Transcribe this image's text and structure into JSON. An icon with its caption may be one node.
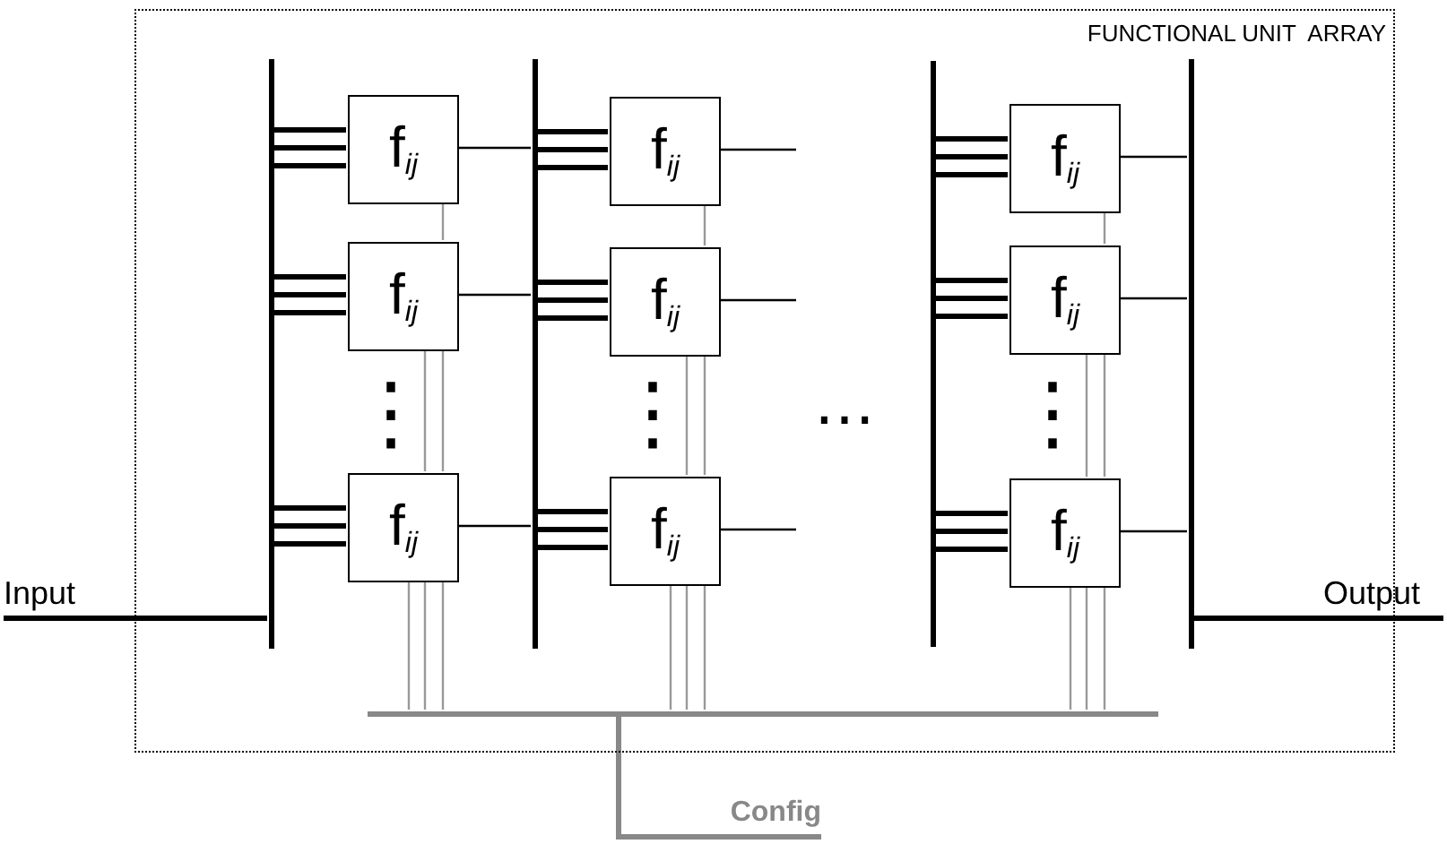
{
  "diagram": {
    "nodes": [
      {
        "text": [
          "FUNCTIONAL UNIT  ARRAY"
        ]
      },
      {
        "text": [],
        "shape": "bar",
        "in": 0
      },
      {
        "text": [
          "f$_{ij}$"
        ],
        "in": 0
      },
      {
        "text": [
          "f$_{ij}$"
        ],
        "in": 0
      },
      {
        "text": [
          "f$_{ij}$"
        ],
        "in": 0
      },
      {
        "text": [],
        "shape": "bar",
        "in": 0
      },
      {
        "text": [
          "f$_{ij}$"
        ],
        "in": 0
      },
      {
        "text": [
          "f$_{ij}$"
        ],
        "in": 0
      },
      {
        "text": [
          "f$_{ij}$"
        ],
        "in": 0
      },
      {
        "text": [],
        "shape": "bar",
        "in": 0
      },
      {
        "text": [
          "f$_{ij}$"
        ],
        "in": 0
      },
      {
        "text": [
          "f$_{ij}$"
        ],
        "in": 0
      },
      {
        "text": [
          "f$_{ij}$"
        ],
        "in": 0
      },
      {
        "text": [],
        "shape": "bar",
        "in": 0
      },
      {
        "text": [],
        "shape": "bar",
        "in": 0
      },
      {
        "text": [
          "Input"
        ]
      },
      {
        "text": [
          "Output"
        ]
      },
      {
        "text": [
          "Config"
        ]
      }
    ],
    "edges": [
      {
        "from": 15,
        "to": 1,
        "arrow": "none",
        "style": "thick"
      },
      {
        "from": 1,
        "to": 2,
        "arrow": "none",
        "style": "thick"
      },
      {
        "from": 1,
        "to": 3,
        "arrow": "none",
        "style": "thick"
      },
      {
        "from": 1,
        "to": 4,
        "arrow": "none",
        "style": "thick"
      },
      {
        "from": 2,
        "to": 5,
        "arrow": "none"
      },
      {
        "from": 3,
        "to": 5,
        "arrow": "none"
      },
      {
        "from": 4,
        "to": 5,
        "arrow": "none"
      },
      {
        "from": 5,
        "to": 6,
        "arrow": "none",
        "style": "thick"
      },
      {
        "from": 5,
        "to": 7,
        "arrow": "none",
        "style": "thick"
      },
      {
        "from": 5,
        "to": 8,
        "arrow": "none",
        "style": "thick"
      },
      {
        "from": 6,
        "to": null,
        "arrow": "none"
      },
      {
        "from": 7,
        "to": null,
        "arrow": "none"
      },
      {
        "from": 8,
        "to": null,
        "arrow": "none"
      },
      {
        "from": 9,
        "to": 10,
        "arrow": "none",
        "style": "thick"
      },
      {
        "from": 9,
        "to": 11,
        "arrow": "none",
        "style": "thick"
      },
      {
        "from": 9,
        "to": 12,
        "arrow": "none",
        "style": "thick"
      },
      {
        "from": 10,
        "to": 13,
        "arrow": "none"
      },
      {
        "from": 11,
        "to": 13,
        "arrow": "none"
      },
      {
        "from": 12,
        "to": 13,
        "arrow": "none"
      },
      {
        "from": 13,
        "to": 16,
        "arrow": "none",
        "style": "thick"
      },
      {
        "from": 17,
        "to": 14,
        "arrow": "none",
        "style": "thick",
        "color": "#888888"
      },
      {
        "from": 14,
        "to": 4,
        "arrow": "none",
        "color": "#999999"
      },
      {
        "from": 14,
        "to": 8,
        "arrow": "none",
        "color": "#999999"
      },
      {
        "from": 14,
        "to": 12,
        "arrow": "none",
        "color": "#999999"
      },
      {
        "from": 4,
        "to": 3,
        "arrow": "none",
        "color": "#999999"
      },
      {
        "from": 8,
        "to": 7,
        "arrow": "none",
        "color": "#999999"
      },
      {
        "from": 12,
        "to": 11,
        "arrow": "none",
        "color": "#999999"
      },
      {
        "from": 3,
        "to": 2,
        "arrow": "none",
        "color": "#999999"
      },
      {
        "from": 7,
        "to": 6,
        "arrow": "none",
        "color": "#999999"
      },
      {
        "from": 11,
        "to": 10,
        "arrow": "none",
        "color": "#999999"
      }
    ],
    "labels": [
      "⋮",
      "⋮",
      "⋯",
      "⋮"
    ]
  }
}
